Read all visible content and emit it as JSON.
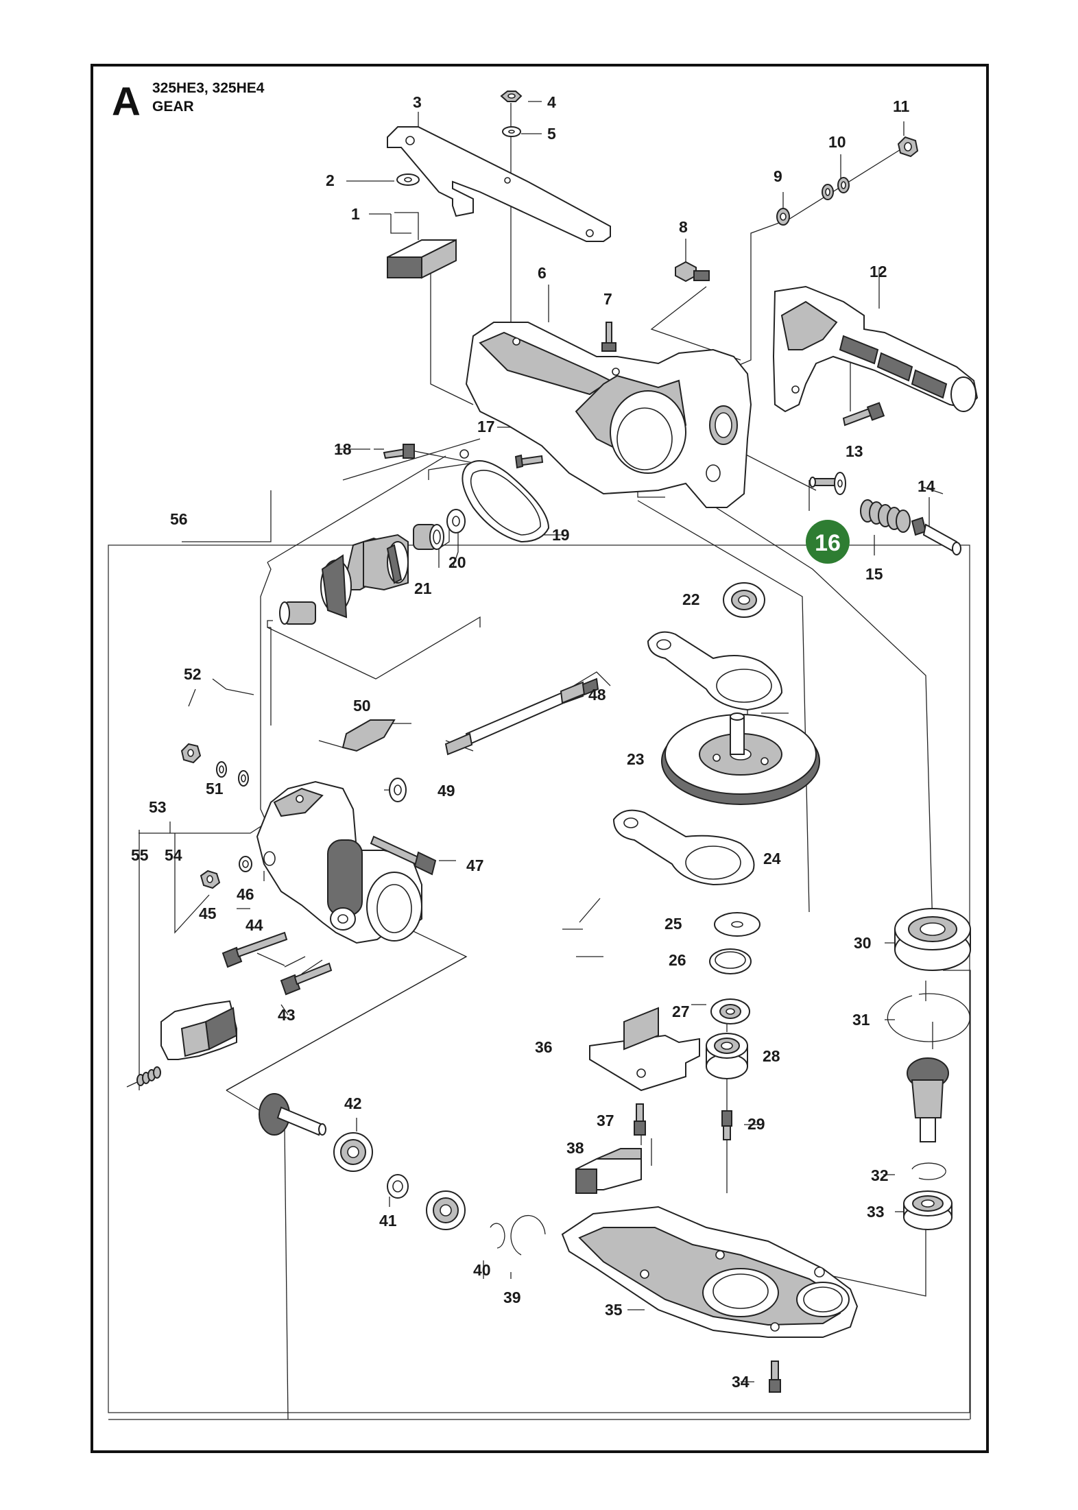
{
  "header": {
    "section_letter": "A",
    "models": "325HE3, 325HE4",
    "title": "GEAR"
  },
  "highlight": {
    "label": "16",
    "color": "#2e7d32"
  },
  "part_labels": {
    "p1": "1",
    "p2": "2",
    "p3": "3",
    "p4": "4",
    "p5": "5",
    "p6": "6",
    "p7": "7",
    "p8": "8",
    "p9": "9",
    "p10": "10",
    "p11": "11",
    "p12": "12",
    "p13": "13",
    "p14": "14",
    "p15": "15",
    "p17": "17",
    "p18": "18",
    "p19": "19",
    "p20": "20",
    "p21": "21",
    "p22": "22",
    "p23": "23",
    "p24": "24",
    "p25": "25",
    "p26": "26",
    "p27": "27",
    "p28": "28",
    "p29": "29",
    "p30": "30",
    "p31": "31",
    "p32": "32",
    "p33": "33",
    "p34": "34",
    "p35": "35",
    "p36": "36",
    "p37": "37",
    "p38": "38",
    "p39": "39",
    "p40": "40",
    "p41": "41",
    "p42": "42",
    "p43": "43",
    "p44": "44",
    "p45": "45",
    "p46": "46",
    "p47": "47",
    "p48": "48",
    "p49": "49",
    "p50": "50",
    "p51": "51",
    "p52": "52",
    "p53": "53",
    "p54": "54",
    "p55": "55",
    "p56": "56"
  }
}
